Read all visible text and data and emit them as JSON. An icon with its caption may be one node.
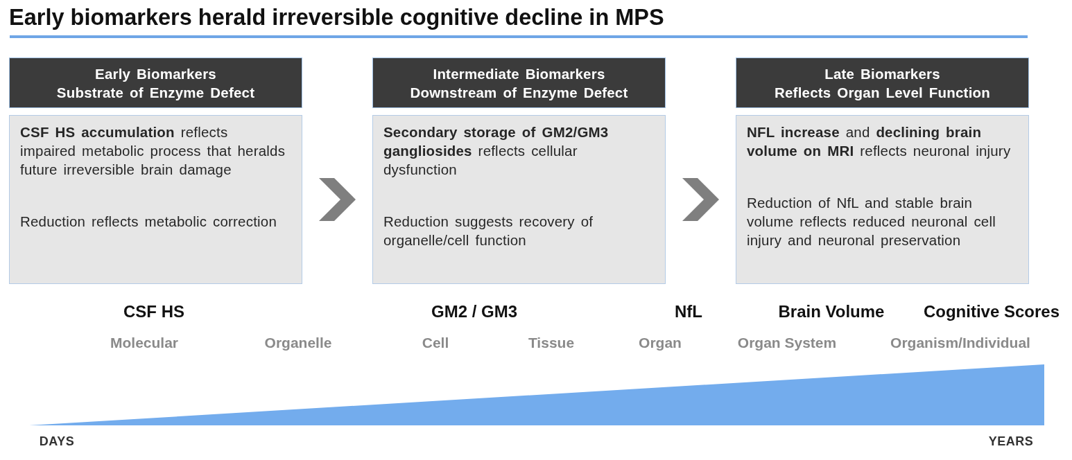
{
  "diagram": {
    "title": "Early biomarkers herald irreversible cognitive decline in MPS",
    "nodes": [
      {
        "text": [
          "Early Biomarkers",
          "Substrate of Enzyme Defect"
        ]
      },
      {
        "text": [
          "**CSF HS accumulation** reflects impaired metabolic process that heralds future irreversible brain damage",
          "Reduction reflects metabolic correction"
        ]
      },
      {
        "text": [
          "Intermediate Biomarkers",
          "Downstream of Enzyme Defect"
        ]
      },
      {
        "text": [
          "**Secondary storage of GM2/GM3 gangliosides** reflects cellular dysfunction",
          "Reduction suggests recovery of organelle/cell function"
        ]
      },
      {
        "text": [
          "Late Biomarkers",
          "Reflects Organ Level Function"
        ]
      },
      {
        "text": [
          "**NFL increase** and **declining brain volume on MRI** reflects neuronal injury",
          "Reduction of NfL and stable brain volume reflects reduced neuronal cell injury and neuronal preservation"
        ]
      },
      {
        "text": [],
        "shape": "wedge",
        "beside": [
          "DAYS",
          "YEARS"
        ]
      }
    ],
    "edges": [
      {
        "from": 1,
        "to": 3,
        "arrow": "to"
      },
      {
        "from": 3,
        "to": 5,
        "arrow": "to"
      }
    ],
    "labels": [
      "CSF HS",
      "GM2 / GM3",
      "NfL",
      "Brain Volume",
      "Cognitive Scores",
      "Molecular",
      "Organelle",
      "Cell",
      "Tissue",
      "Organ",
      "Organ System",
      "Organism/Individual"
    ]
  }
}
